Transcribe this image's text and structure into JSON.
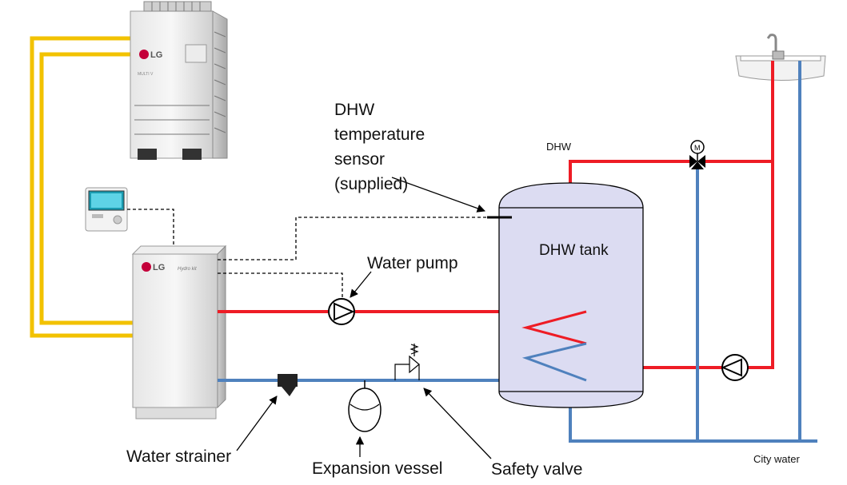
{
  "labels": {
    "sensor": "DHW\ntemperature\nsensor\n(supplied)",
    "pump": "Water pump",
    "tank": "DHW tank",
    "dhw": "DHW",
    "strainer": "Water strainer",
    "vessel": "Expansion vessel",
    "valve": "Safety valve",
    "city": "City water"
  },
  "brand": {
    "logo": "LG",
    "outdoor_model": "MULTI V",
    "indoor_model": "Hydro kit"
  },
  "colors": {
    "hot": "#ee1c25",
    "cold": "#4f81bd",
    "refrigerant": "#f2c200",
    "tank_fill": "#dcdcf2",
    "signal": "#000000"
  }
}
